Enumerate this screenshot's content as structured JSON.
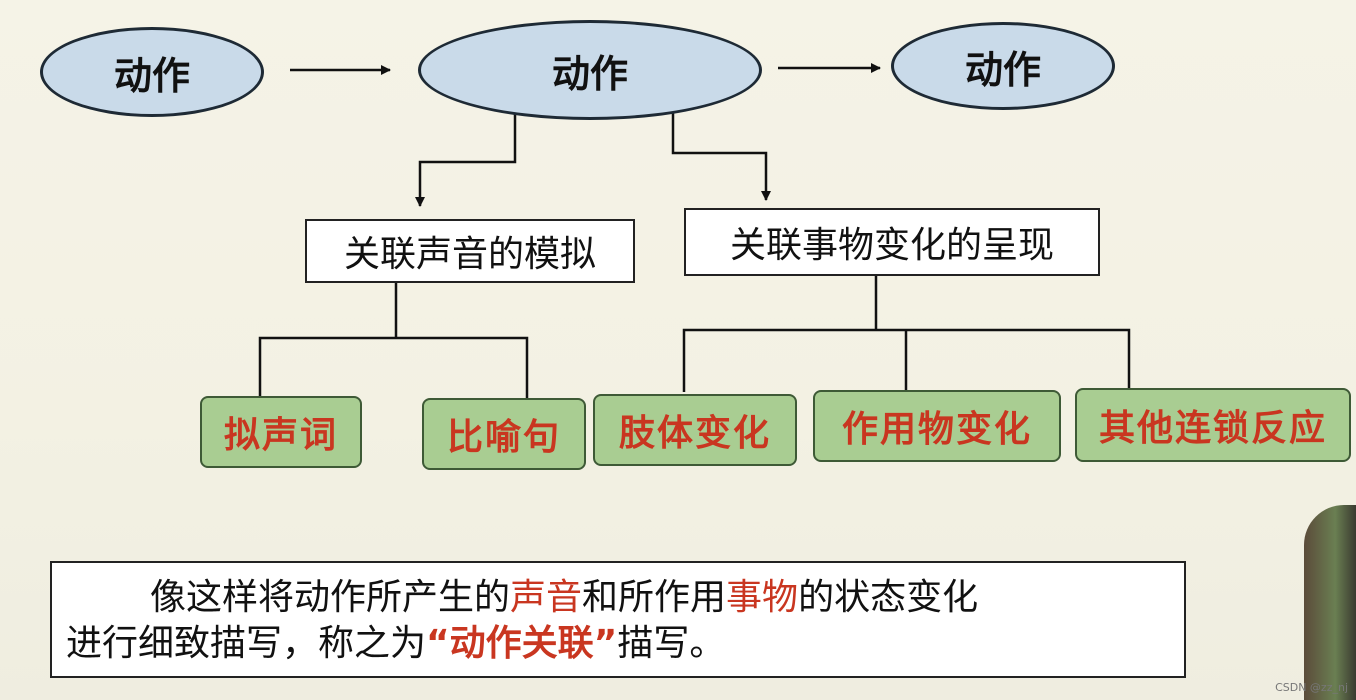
{
  "diagram": {
    "sequence": [
      "动作",
      "动作",
      "动作"
    ],
    "branches": [
      {
        "label": "关联声音的模拟",
        "items": [
          "拟声词",
          "比喻句"
        ]
      },
      {
        "label": "关联事物变化的呈现",
        "items": [
          "肢体变化",
          "作用物变化",
          "其他连锁反应"
        ]
      }
    ]
  },
  "summary": {
    "p1_a": "像这样将动作所产生的",
    "p1_red1": "声音",
    "p1_b": "和所作用",
    "p1_red2": "事物",
    "p1_c": "的状态变化",
    "p2_a": "进行细致描写，称之为",
    "p2_quote": "“动作关联”",
    "p2_b": "描写。"
  },
  "watermark": "CSDN @zz_nj"
}
